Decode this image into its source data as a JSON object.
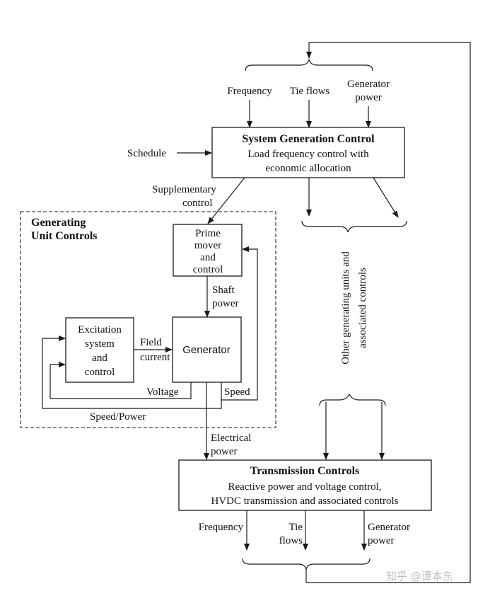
{
  "inputs_top": {
    "frequency": "Frequency",
    "tie_flows": "Tie flows",
    "generator_power_1": "Generator",
    "generator_power_2": "power"
  },
  "schedule": "Schedule",
  "system_generation_control": {
    "title": "System Generation Control",
    "line1": "Load frequency control with",
    "line2": "economic allocation"
  },
  "supplementary_control": {
    "line1": "Supplementary",
    "line2": "control"
  },
  "generating_unit_controls": {
    "line1": "Generating",
    "line2": "Unit Controls"
  },
  "prime_mover": {
    "line1": "Prime",
    "line2": "mover",
    "line3": "and",
    "line4": "control"
  },
  "shaft_power": {
    "line1": "Shaft",
    "line2": "power"
  },
  "excitation": {
    "line1": "Excitation",
    "line2": "system",
    "line3": "and",
    "line4": "control"
  },
  "field_current": {
    "line1": "Field",
    "line2": "current"
  },
  "generator": "Generator",
  "voltage": "Voltage",
  "speed": "Speed",
  "speed_power": "Speed/Power",
  "electrical_power": {
    "line1": "Electrical",
    "line2": "power"
  },
  "other_units": {
    "line1": "Other generating units and",
    "line2": "associated controls"
  },
  "transmission_controls": {
    "title": "Transmission Controls",
    "line1": "Reactive power and voltage control,",
    "line2": "HVDC transmission and associated controls"
  },
  "outputs_bottom": {
    "frequency": "Frequency",
    "tie_1": "Tie",
    "tie_2": "flows",
    "generator_power_1": "Generator",
    "generator_power_2": "power"
  },
  "watermark": "知乎 @谭本东"
}
